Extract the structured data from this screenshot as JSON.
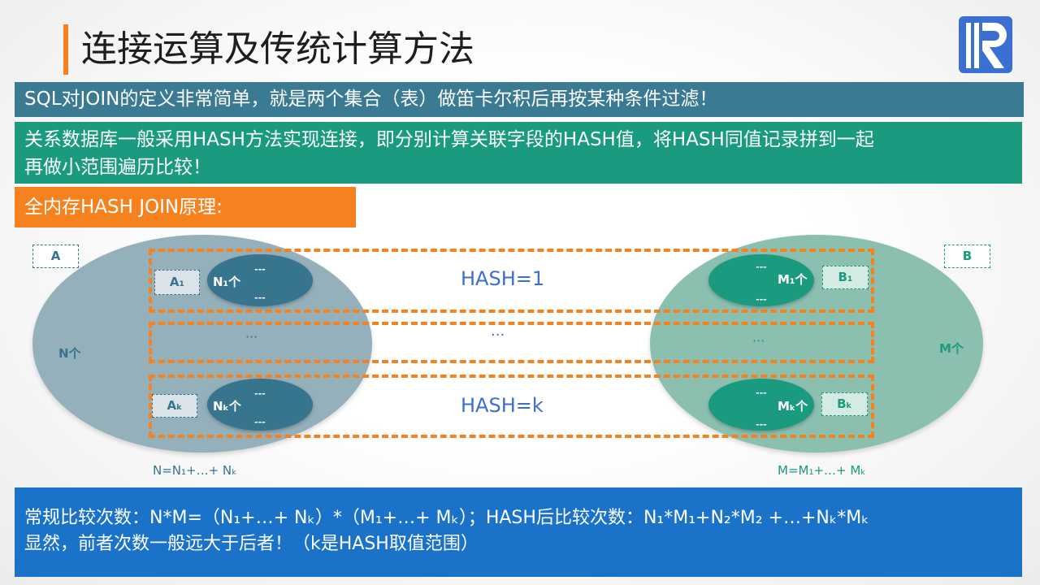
{
  "title": "连接运算及传统计算方法",
  "bands": {
    "b1": "SQL对JOIN的定义非常简单，就是两个集合（表）做笛卡尔积后再按某种条件过滤！",
    "b2_line1": "关系数据库一般采用HASH方法实现连接，即分别计算关联字段的HASH值，将HASH同值记录拼到一起",
    "b2_line2": "再做小范围遍历比较！",
    "b3": "全内存HASH JOIN原理:"
  },
  "diagram": {
    "set_a": "A",
    "set_b": "B",
    "a_count": "N个",
    "b_count": "M个",
    "a1": "A₁",
    "ak": "Aₖ",
    "b1": "B₁",
    "bk": "Bₖ",
    "n1": "N₁个",
    "nk": "Nₖ个",
    "m1": "M₁个",
    "mk": "Mₖ个",
    "dots": "···",
    "small_dots": "---",
    "hash1": "HASH=1",
    "hashk": "HASH=k",
    "hash_mid": "···",
    "n_sum": "N=N₁+…+ Nₖ",
    "m_sum": "M=M₁+…+ Mₖ"
  },
  "bottom": {
    "line1": "常规比较次数：N*M=（N₁+…+ Nₖ）*（M₁+…+ Mₖ）；HASH后比较次数：N₁*M₁+N₂*M₂ +…+Nₖ*Mₖ",
    "line2": "显然，前者次数一般远大于后者！（k是HASH取值范围）"
  },
  "colors": {
    "orange": "#f5821f",
    "slate": "#3a7a93",
    "green": "#1a9a7e",
    "blue": "#1a73c8",
    "hash_text": "#3a6fd0"
  }
}
